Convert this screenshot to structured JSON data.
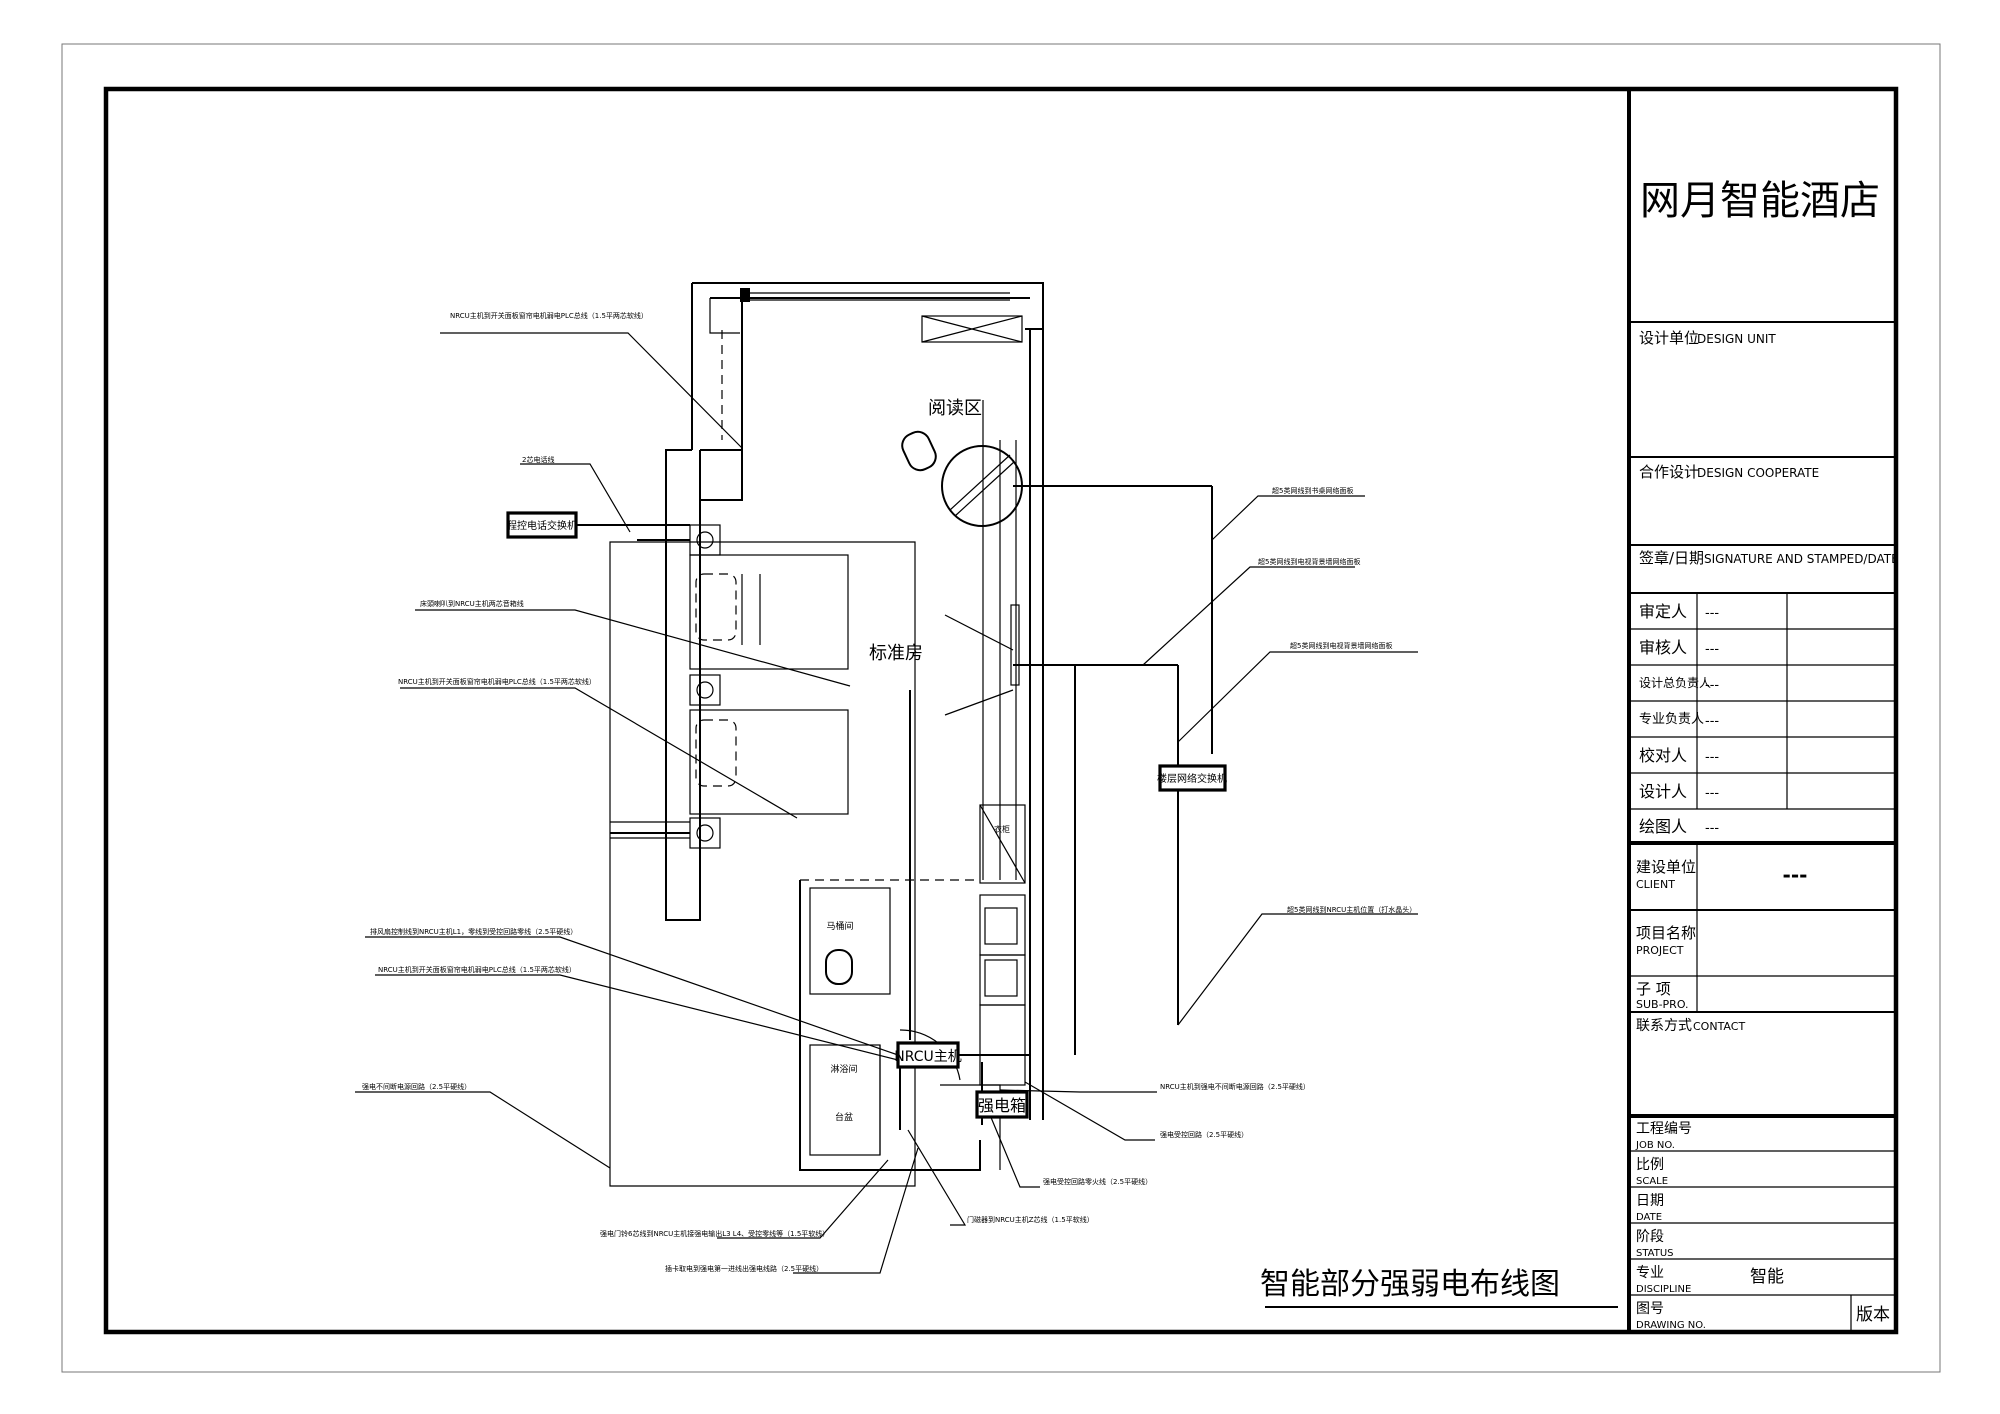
{
  "title_block": {
    "project_name": "网月智能酒店",
    "design_unit_cn": "设计单位",
    "design_unit_en": "DESIGN UNIT",
    "cooperate_cn": "合作设计",
    "cooperate_en": "DESIGN COOPERATE",
    "signature_cn": "签章/日期",
    "signature_en": "SIGNATURE AND STAMPED/DATE",
    "roles": [
      {
        "label": "审定人",
        "value": "---"
      },
      {
        "label": "审核人",
        "value": "---"
      },
      {
        "label": "设计总负责人",
        "value": "---"
      },
      {
        "label": "专业负责人",
        "value": "---"
      },
      {
        "label": "校对人",
        "value": "---"
      },
      {
        "label": "设计人",
        "value": "---"
      },
      {
        "label": "绘图人",
        "value": "---"
      }
    ],
    "client_cn": "建设单位",
    "client_en": "CLIENT",
    "client_value": "---",
    "project_cn": "项目名称",
    "project_en": "PROJECT",
    "subpro_cn": "子 项",
    "subpro_en": "SUB-PRO.",
    "contact_cn": "联系方式",
    "contact_en": "CONTACT",
    "job_cn": "工程编号",
    "job_en": "JOB NO.",
    "scale_cn": "比例",
    "scale_en": "SCALE",
    "date_cn": "日期",
    "date_en": "DATE",
    "status_cn": "阶段",
    "status_en": "STATUS",
    "discipline_cn": "专业",
    "discipline_en": "DISCIPLINE",
    "discipline_value": "智能",
    "drawing_cn": "图号",
    "drawing_en": "DRAWING NO.",
    "version": "版本"
  },
  "drawing": {
    "title": "智能部分强弱电布线图",
    "rooms": {
      "reading": "阅读区",
      "standard": "标准房",
      "toilet": "马桶间",
      "shower": "淋浴间",
      "basin": "台盆",
      "closet": "衣柜"
    },
    "devices": {
      "pbx": "程控电话交换机",
      "switch": "楼层网络交换机",
      "nrcu": "NRCU主机",
      "power_box": "强电箱"
    },
    "annotations": [
      "NRCU主机到开关面板窗帘电机弱电PLC总线（1.5平两芯软线）",
      "2芯电话线",
      "超5类网线到书桌网络面板",
      "超5类网线到电视背景墙网络面板",
      "超5类网线到电视背景墙网络面板",
      "床頭喇叭到NRCU主机两芯音箱线",
      "NRCU主机到开关面板窗帘电机弱电PLC总线（1.5平两芯软线）",
      "超5类网线到NRCU主机位置（打水晶头）",
      "排风扇控制线到NRCU主机L1，零线到受控回路零线（2.5平硬线）",
      "NRCU主机到开关面板窗帘电机弱电PLC总线（1.5平两芯软线）",
      "强电不间断电源回路（2.5平硬线）",
      "NRCU主机到强电不间断电源回路（2.5平硬线）",
      "强电受控回路（2.5平硬线）",
      "强电受控回路零火线（2.5平硬线）",
      "门磁器到NRCU主机Z芯线（1.5平软线）",
      "强电门铃6芯线到NRCU主机接强电输出L3 L4、受控零线等（1.5平软线）",
      "插卡取电到强电第一进线出强电线路（2.5平硬线）"
    ]
  }
}
